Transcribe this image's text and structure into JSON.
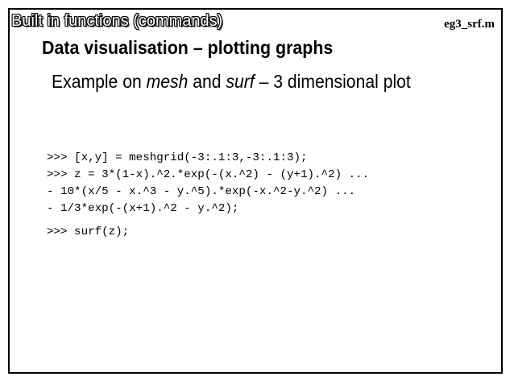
{
  "header": {
    "section_title": "Built in functions (commands)",
    "file_name": "eg3_srf.m"
  },
  "page_title": "Data visualisation – plotting graphs",
  "subtitle": {
    "prefix": "Example on ",
    "term1": "mesh",
    "middle": " and ",
    "term2": "surf",
    "suffix": "  –  3 dimensional plot"
  },
  "code": {
    "lines": [
      ">>> [x,y] = meshgrid(-3:.1:3,-3:.1:3);",
      ">>> z = 3*(1-x).^2.*exp(-(x.^2) - (y+1).^2) ...",
      "- 10*(x/5 - x.^3 - y.^5).*exp(-x.^2-y.^2) ...",
      "- 1/3*exp(-(x+1).^2 - y.^2);",
      ">>> surf(z);"
    ]
  }
}
